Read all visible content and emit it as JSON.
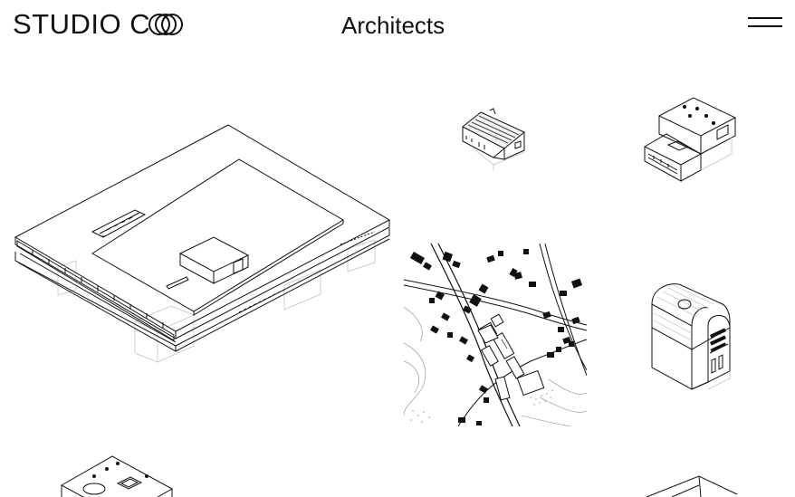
{
  "brand": {
    "name": "STUDIO C",
    "tagline": "Architects"
  },
  "menu": {
    "icon": "hamburger-icon"
  },
  "projects": [
    {
      "id": "large-slab-building",
      "drawing": "isometric-building-drawing"
    },
    {
      "id": "gabled-house",
      "drawing": "isometric-house-drawing"
    },
    {
      "id": "stacked-villa",
      "drawing": "isometric-villa-drawing"
    },
    {
      "id": "village-site-plan",
      "drawing": "site-plan-drawing"
    },
    {
      "id": "vaulted-building",
      "drawing": "isometric-vault-drawing"
    },
    {
      "id": "low-pavilion",
      "drawing": "isometric-pavilion-drawing"
    },
    {
      "id": "roof-structure",
      "drawing": "isometric-roof-drawing"
    }
  ],
  "colors": {
    "line": "#111111",
    "background": "#ffffff",
    "roof_hatch": "#444444"
  }
}
